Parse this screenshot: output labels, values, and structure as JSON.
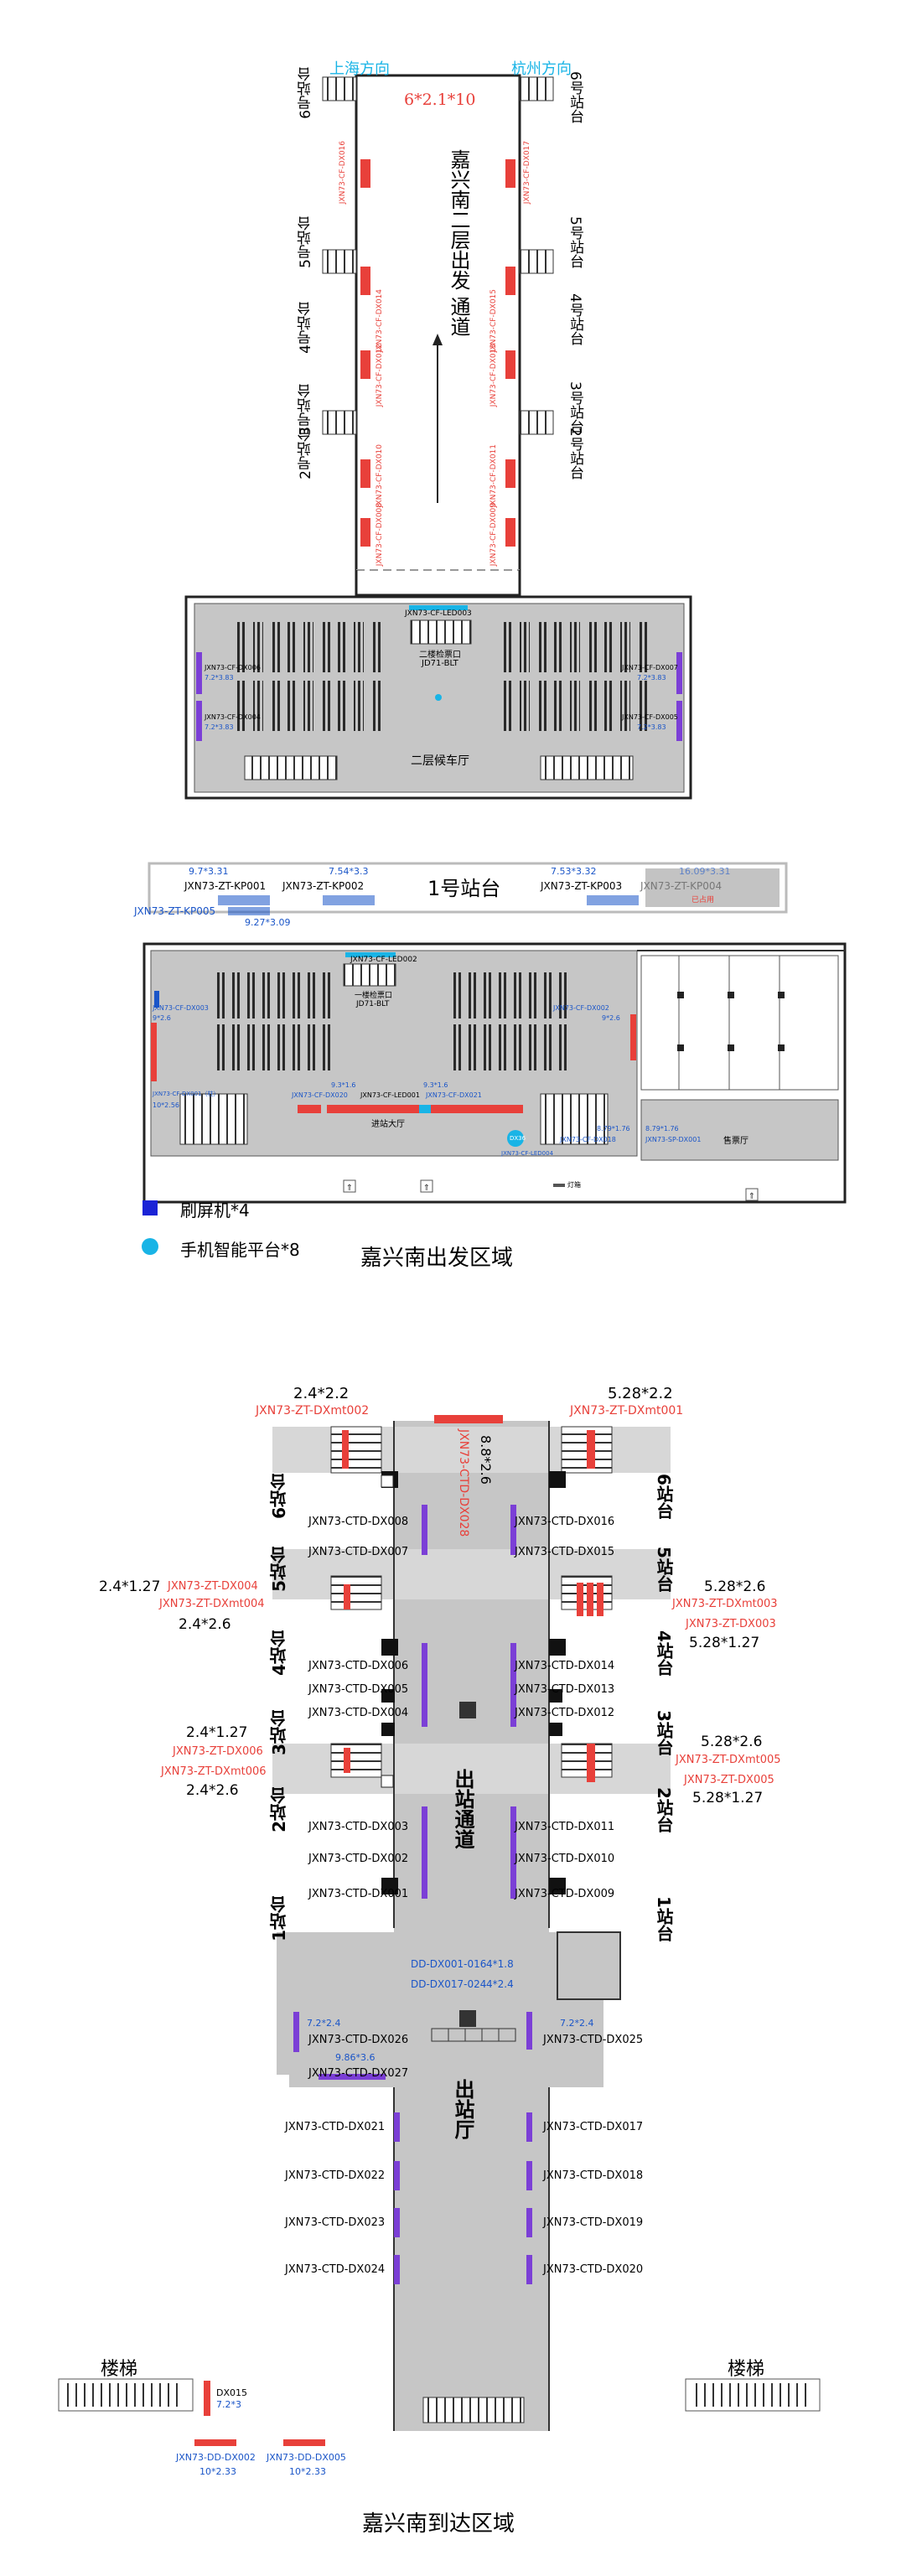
{
  "colors": {
    "red": "#e8403a",
    "blue": "#1a55c8",
    "cyan": "#19b4e6",
    "purple": "#7b3fd6",
    "gray": "#bdbdbd",
    "dark": "#222222",
    "hall": "#c6c6c6",
    "light": "#e3e3e3"
  },
  "departure": {
    "dir_left": "上海方向",
    "dir_right": "杭州方向",
    "channel_size": "6*2.1*10",
    "channel_title": "嘉兴南二层出发 通道",
    "platform_left": [
      "6号站台",
      "5号站台",
      "4号站台",
      "2号站台"
    ],
    "platform_right": [
      "6号站台",
      "5号站台",
      "4号站台",
      "3号站台"
    ],
    "platform_left_mid": "3号站台",
    "platform_right_mid": "2号站台",
    "left_codes": [
      "JXN73-CF-DX016",
      "JXN73-CF-DX014",
      "JXN73-CF-DX012",
      "JXN73-CF-DX010",
      "JXN73-CF-DX008"
    ],
    "right_codes": [
      "JXN73-CF-DX017",
      "JXN73-CF-DX015",
      "JXN73-CF-DX013",
      "JXN73-CF-DX011",
      "JXN73-CF-DX009"
    ],
    "hall2": {
      "led": "JXN73-CF-LED003",
      "gate": "二楼检票口",
      "gate_code": "JD71-BLT",
      "title": "二层候车厅",
      "left_code": "JXN73-CF-DX006",
      "left_size": "7.2*3.83",
      "left_code2": "JXN73-CF-DX004",
      "left_size2": "7.2*3.83",
      "right_code": "JXN73-CF-DX007",
      "right_size": "7.2*3.83",
      "right_code2": "JXN73-CF-DX005",
      "right_size2": "7.2*3.83"
    },
    "platform1": {
      "title": "1号站台",
      "items": [
        {
          "size": "9.7*3.31",
          "code": "JXN73-ZT-KP001"
        },
        {
          "size": "7.54*3.3",
          "code": "JXN73-ZT-KP002"
        },
        {
          "size": "7.53*3.32",
          "code": "JXN73-ZT-KP003"
        },
        {
          "size": "16.09*3.31",
          "code": "JXN73-ZT-KP004"
        }
      ],
      "kp005": "JXN73-ZT-KP005",
      "kp005_size": "9.27*3.09",
      "kp004_note": "已占用"
    },
    "hall1": {
      "led": "JXN73-CF-LED002",
      "gate": "一楼检票口",
      "gate_code": "JD71-BLT",
      "entrance": "进站大厅",
      "ticket": "售票厅",
      "left_code": "JXN73-CF-DX003",
      "left_size": "9*2.6",
      "right_code": "JXN73-CF-DX002",
      "right_size": "9*2.6",
      "lcd": "JXN73-CF-LED001",
      "lcd_size_a": "9.3*1.6",
      "lcd_size_b": "9.3*1.6",
      "code_a": "JXN73-CF-DX020",
      "code_b": "JXN73-CF-DX021",
      "left_low": "JXN73-CF-DX001（柱）",
      "left_low_size": "10*2.56",
      "right_low_size": "8.79*1.76",
      "right_low": "JXN73-CF-DX018",
      "right_low2_size": "8.79*1.76",
      "right_low2": "JXN73-SP-DX001",
      "phone": "JXN73-CF-LED004",
      "phone_tag": "DX36",
      "legend_small": "灯箱"
    },
    "legend1": "刷屏机*4",
    "legend2": "手机智能平台*8",
    "title": "嘉兴南出发区域"
  },
  "arrival": {
    "top_left_size": "2.4*2.2",
    "top_left_code": "JXN73-ZT-DXmt002",
    "top_right_size": "5.28*2.2",
    "top_right_code": "JXN73-ZT-DXmt001",
    "center_code": "JXN73-CTD-DX028",
    "center_size": "8.8*2.6",
    "plat_left": [
      "6站台",
      "5站台",
      "4站台",
      "3站台",
      "2站台",
      "1站台"
    ],
    "plat_right": [
      "6站台",
      "5站台",
      "4站台",
      "3站台",
      "2站台",
      "1站台"
    ],
    "left_group1": {
      "size": "2.4*1.27",
      "code1": "JXN73-ZT-DX004",
      "code2": "JXN73-ZT-DXmt004",
      "size2": "2.4*2.6"
    },
    "left_group2": {
      "size": "2.4*1.27",
      "code1": "JXN73-ZT-DX006",
      "code2": "JXN73-ZT-DXmt006",
      "size2": "2.4*2.6"
    },
    "right_group1": {
      "size": "5.28*2.6",
      "code1": "JXN73-ZT-DXmt003",
      "code2": "JXN73-ZT-DX003",
      "size2": "5.28*1.27"
    },
    "right_group2": {
      "size": "5.28*2.6",
      "code1": "JXN73-ZT-DXmt005",
      "code2": "JXN73-ZT-DX005",
      "size2": "5.28*1.27"
    },
    "left_ctd": [
      "JXN73-CTD-DX008",
      "JXN73-CTD-DX007",
      "JXN73-CTD-DX006",
      "JXN73-CTD-DX005",
      "JXN73-CTD-DX004",
      "JXN73-CTD-DX003",
      "JXN73-CTD-DX002",
      "JXN73-CTD-DX001"
    ],
    "right_ctd": [
      "JXN73-CTD-DX016",
      "JXN73-CTD-DX015",
      "JXN73-CTD-DX014",
      "JXN73-CTD-DX013",
      "JXN73-CTD-DX012",
      "JXN73-CTD-DX011",
      "JXN73-CTD-DX010",
      "JXN73-CTD-DX009"
    ],
    "channel": "出站通道",
    "dd1": "DD-DX001-016",
    "dd1_size": "4*1.8",
    "dd2": "DD-DX017-024",
    "dd2_size": "4*2.4",
    "left_size_a": "7.2*2.4",
    "left_code_a": "JXN73-CTD-DX026",
    "left_size_b": "9.86*3.6",
    "left_code_b": "JXN73-CTD-DX027",
    "right_size_a": "7.2*2.4",
    "right_code_a": "JXN73-CTD-DX025",
    "exit": "出站厅",
    "lower_left": [
      "JXN73-CTD-DX021",
      "JXN73-CTD-DX022",
      "JXN73-CTD-DX023",
      "JXN73-CTD-DX024"
    ],
    "lower_right": [
      "JXN73-CTD-DX017",
      "JXN73-CTD-DX018",
      "JXN73-CTD-DX019",
      "JXN73-CTD-DX020"
    ],
    "stairs": "楼梯",
    "dx015": "DX015",
    "dx015_size": "7.2*3",
    "dd002": "JXN73-DD-DX002",
    "dd002_size": "10*2.33",
    "dd005": "JXN73-DD-DX005",
    "dd005_size": "10*2.33",
    "title": "嘉兴南到达区域"
  }
}
